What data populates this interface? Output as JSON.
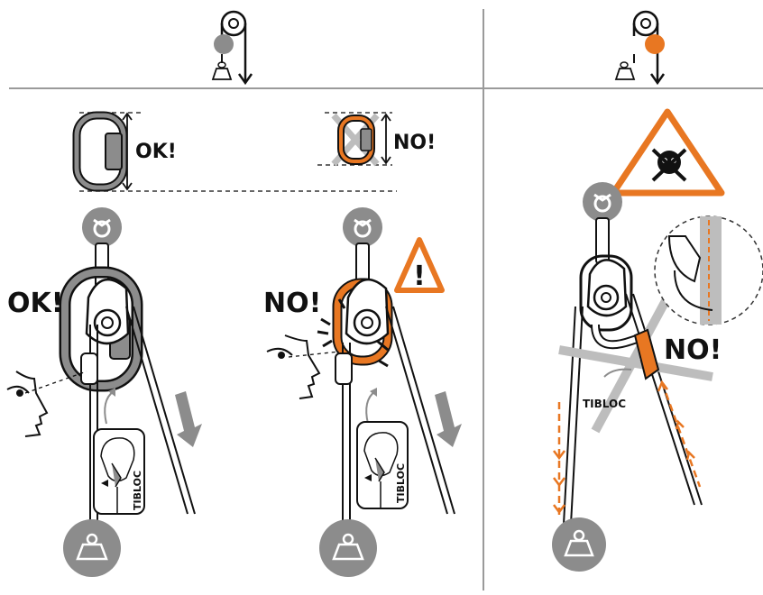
{
  "labels": {
    "ok_size": "OK!",
    "no_size": "NO!",
    "ok_scene": "OK!",
    "no_scene_middle": "NO!",
    "no_scene_right": "NO!",
    "tibloc_box_left": "TIBLOC",
    "tibloc_box_middle": "TIBLOC",
    "tibloc_right": "TIBLOC",
    "warning_mark": "!"
  },
  "colors": {
    "accent": "#e87722",
    "grey_fill": "#8c8c8c",
    "dark_grey": "#6e6e6e",
    "line": "#111111",
    "divider": "#9a9a9a"
  },
  "icons": {
    "pulley_grey": "pulley-grey-icon",
    "pulley_orange": "pulley-orange-icon",
    "anchor": "anchor-icon",
    "load": "load-icon",
    "warning": "warning-icon",
    "danger": "skull-danger-icon",
    "eye": "eye-face-icon",
    "carabiner": "carabiner-icon"
  }
}
